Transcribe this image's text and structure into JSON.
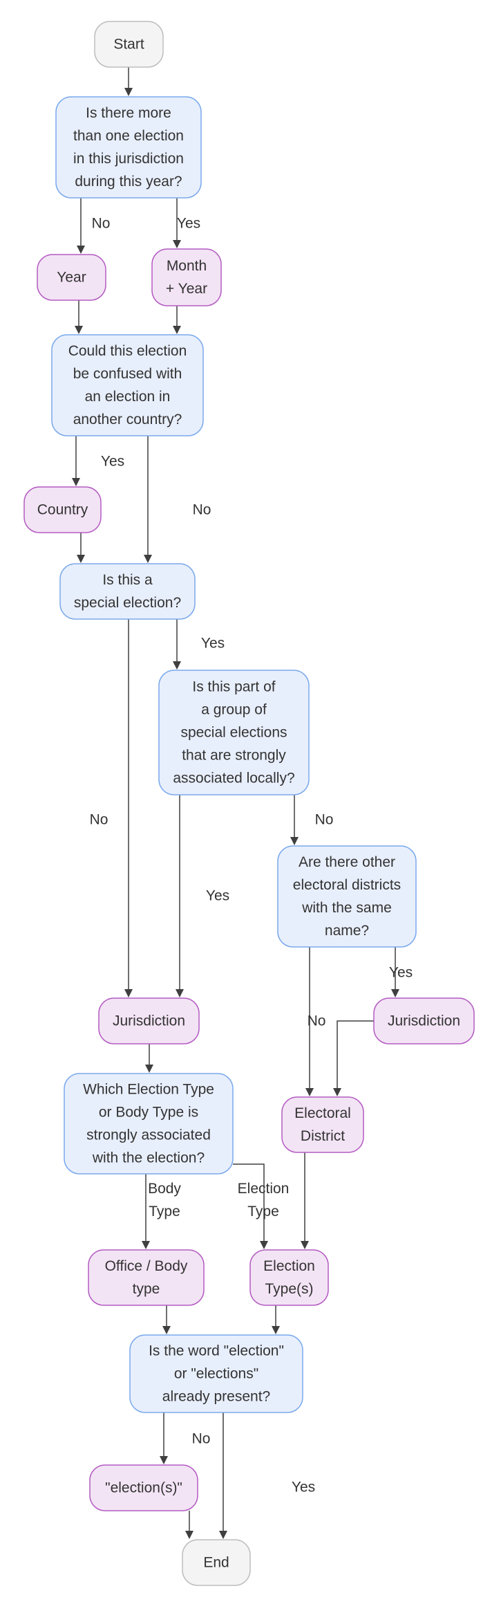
{
  "diagram": {
    "nodes": {
      "start": {
        "lines": [
          "Start"
        ],
        "kind": "terminal"
      },
      "q_multiple": {
        "lines": [
          "Is there more",
          "than one election",
          "in this jurisdiction",
          "during this year?"
        ],
        "kind": "decision"
      },
      "year": {
        "lines": [
          "Year"
        ],
        "kind": "output"
      },
      "month_year": {
        "lines": [
          "Month",
          "+ Year"
        ],
        "kind": "output"
      },
      "q_confused": {
        "lines": [
          "Could this election",
          "be confused with",
          "an election in",
          "another country?"
        ],
        "kind": "decision"
      },
      "country": {
        "lines": [
          "Country"
        ],
        "kind": "output"
      },
      "q_special": {
        "lines": [
          "Is this a",
          "special election?"
        ],
        "kind": "decision"
      },
      "q_group": {
        "lines": [
          "Is this part of",
          "a group of",
          "special elections",
          "that are strongly",
          "associated locally?"
        ],
        "kind": "decision"
      },
      "q_other_districts": {
        "lines": [
          "Are there other",
          "electoral districts",
          "with the same",
          "name?"
        ],
        "kind": "decision"
      },
      "jurisdiction_1": {
        "lines": [
          "Jurisdiction"
        ],
        "kind": "output"
      },
      "jurisdiction_2": {
        "lines": [
          "Jurisdiction"
        ],
        "kind": "output"
      },
      "q_type": {
        "lines": [
          "Which Election Type",
          "or Body Type is",
          "strongly associated",
          "with the election?"
        ],
        "kind": "decision"
      },
      "electoral_district": {
        "lines": [
          "Electoral",
          "District"
        ],
        "kind": "output"
      },
      "office_body": {
        "lines": [
          "Office / Body",
          "type"
        ],
        "kind": "output"
      },
      "election_types": {
        "lines": [
          "Election",
          "Type(s)"
        ],
        "kind": "output"
      },
      "q_word": {
        "lines": [
          "Is the word \"election\"",
          "or \"elections\"",
          "already present?"
        ],
        "kind": "decision"
      },
      "elections_word": {
        "lines": [
          "\"election(s)\""
        ],
        "kind": "output"
      },
      "end": {
        "lines": [
          "End"
        ],
        "kind": "terminal"
      }
    },
    "edge_labels": {
      "multiple_no": [
        "No"
      ],
      "multiple_yes": [
        "Yes"
      ],
      "confused_yes": [
        "Yes"
      ],
      "confused_no": [
        "No"
      ],
      "special_yes": [
        "Yes"
      ],
      "special_no": [
        "No"
      ],
      "group_yes": [
        "Yes"
      ],
      "group_no": [
        "No"
      ],
      "other_yes": [
        "Yes"
      ],
      "other_no": [
        "No"
      ],
      "type_body": [
        "Body",
        "Type"
      ],
      "type_election": [
        "Election",
        "Type"
      ],
      "word_no": [
        "No"
      ],
      "word_yes": [
        "Yes"
      ]
    },
    "colors": {
      "terminal_fill": "#f4f4f5",
      "terminal_stroke": "#bdbdbd",
      "decision_fill": "#e8effc",
      "decision_stroke": "#7aa9ec",
      "output_fill": "#f3e4f5",
      "output_stroke": "#b45cc2",
      "edge": "#3f3f3f",
      "text": "#333333"
    }
  }
}
